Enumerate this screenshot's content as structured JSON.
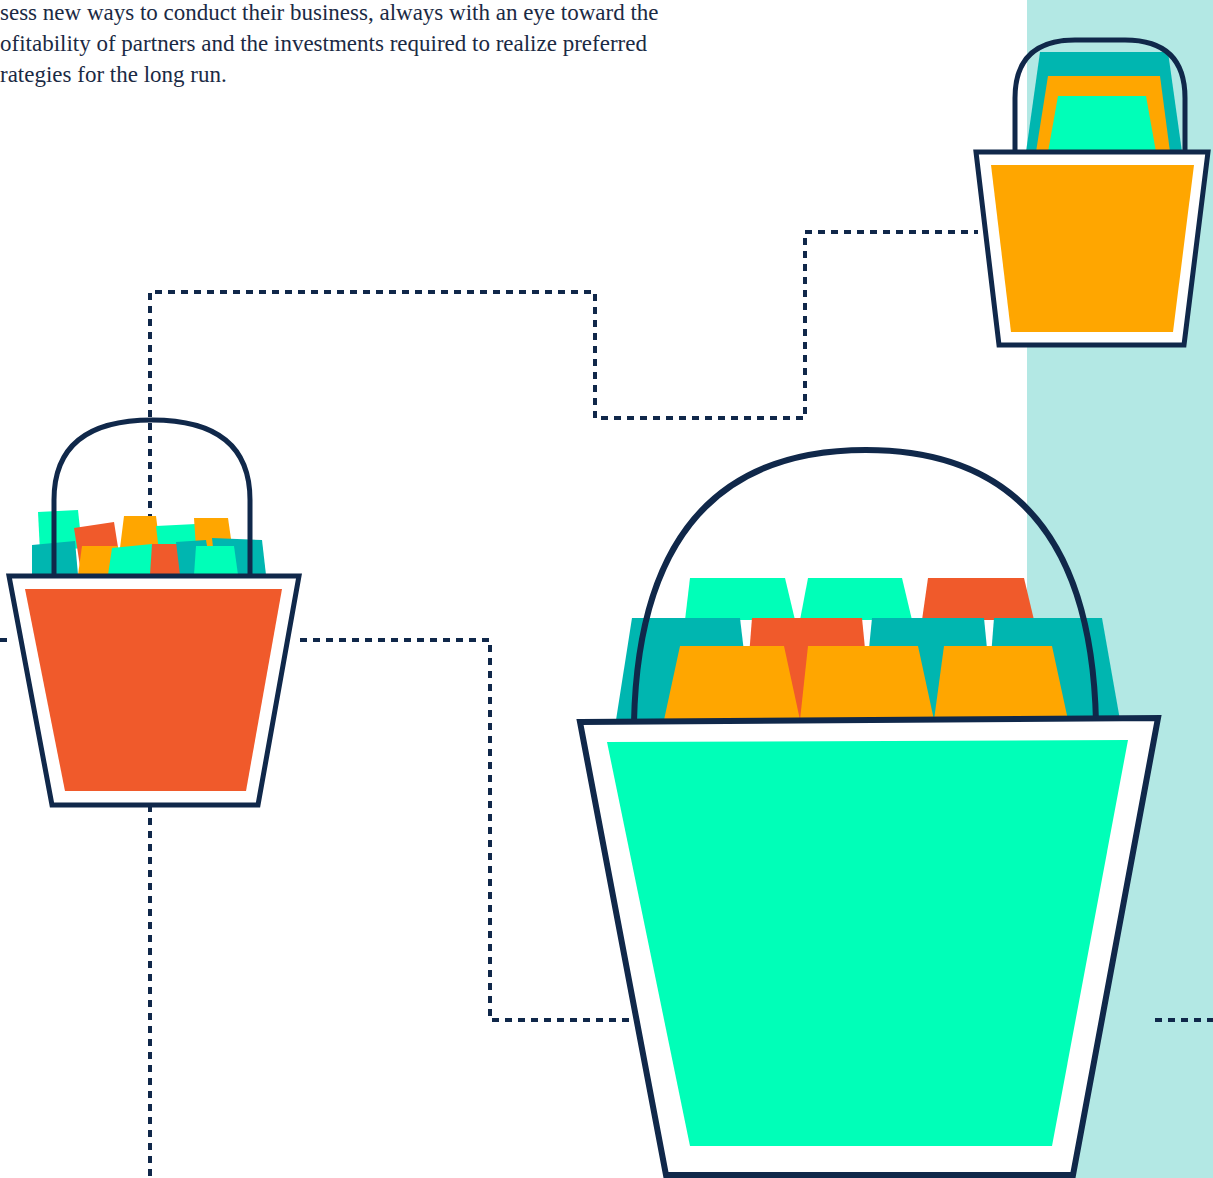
{
  "diagram": {
    "labels": [
      "sess new ways to conduct their business, always with an eye toward the",
      "ofitability of partners and the investments required to realize preferred",
      "rategies for the long run."
    ]
  }
}
